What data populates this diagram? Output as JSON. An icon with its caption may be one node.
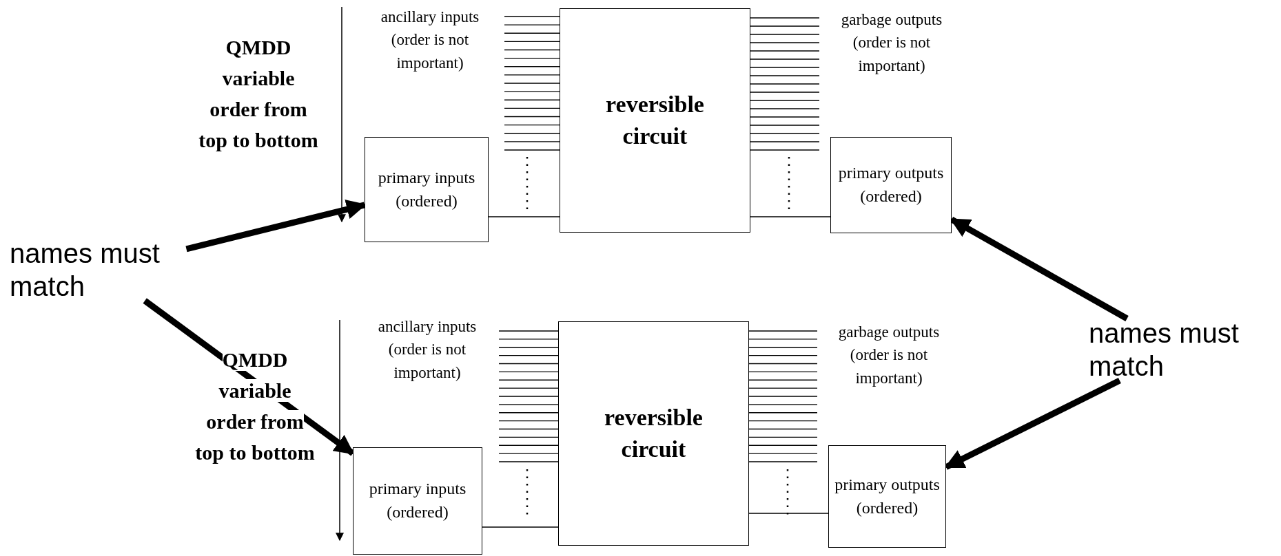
{
  "diagram": {
    "nodes": [
      {
        "text": [
          "primary inputs (ordered)"
        ]
      },
      {
        "text": [
          "reversible circuit"
        ]
      },
      {
        "text": [
          "primary outputs (ordered)"
        ]
      },
      {
        "text": [
          "names must match"
        ]
      },
      {
        "text": [
          "names must match"
        ]
      },
      {
        "text": [
          "primary inputs (ordered)"
        ]
      },
      {
        "text": [
          "reversible circuit"
        ]
      },
      {
        "text": [
          "primary outputs (ordered)"
        ]
      }
    ],
    "edges": [
      {
        "from": 0,
        "to": 1,
        "arrow": "none"
      },
      {
        "from": 1,
        "to": 2,
        "arrow": "none"
      },
      {
        "from": 3,
        "to": 0,
        "arrow": "to",
        "style": "thick"
      },
      {
        "from": 3,
        "to": 5,
        "arrow": "to",
        "style": "thick"
      },
      {
        "from": 4,
        "to": 2,
        "arrow": "to",
        "style": "thick"
      },
      {
        "from": 4,
        "to": 7,
        "arrow": "to",
        "style": "thick"
      },
      {
        "from": 5,
        "to": 6,
        "arrow": "none"
      },
      {
        "from": 6,
        "to": 7,
        "arrow": "none"
      }
    ],
    "labels": [
      "QMDD variable order from top to bottom",
      "ancillary inputs (order is not important)",
      "garbage outputs (order is not important)",
      "QMDD variable order from top to bottom",
      "ancillary inputs (order is not important)",
      "garbage outputs (order is not important)"
    ]
  }
}
